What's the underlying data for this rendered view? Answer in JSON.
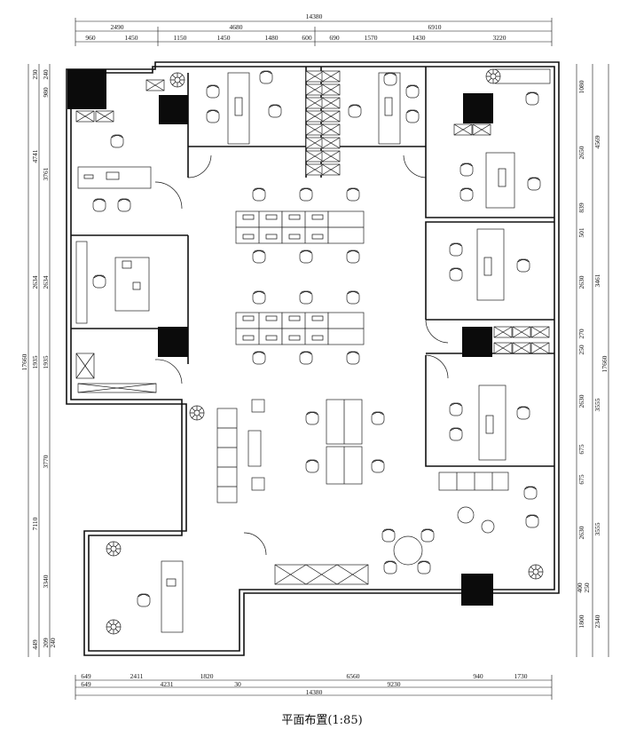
{
  "caption": "平面布置(1:85)",
  "dimensions": {
    "top_overall": "14380",
    "top_row1": [
      "2490",
      "4680",
      "6910"
    ],
    "top_row2": [
      "960",
      "1450",
      "1150",
      "1450",
      "1480",
      "600",
      "690",
      "1570",
      "1430",
      "3220"
    ],
    "bottom_row1": [
      "649",
      "2411",
      "1820",
      "6560",
      "940",
      "1730"
    ],
    "bottom_row2": [
      "649",
      "4231",
      "30",
      "9230"
    ],
    "bottom_overall": "14380",
    "left_outer": [
      "230",
      "240",
      "980",
      "4741",
      "3761",
      "2634",
      "2634",
      "1935",
      "1935",
      "3770",
      "7110",
      "3340",
      "449",
      "209",
      "240",
      "17660"
    ],
    "right_outer": [
      "1080",
      "4569",
      "2650",
      "839",
      "501",
      "3461",
      "2630",
      "270",
      "250",
      "3555",
      "2630",
      "675",
      "675",
      "3555",
      "2630",
      "400",
      "250",
      "1800",
      "2340",
      "17660"
    ]
  }
}
